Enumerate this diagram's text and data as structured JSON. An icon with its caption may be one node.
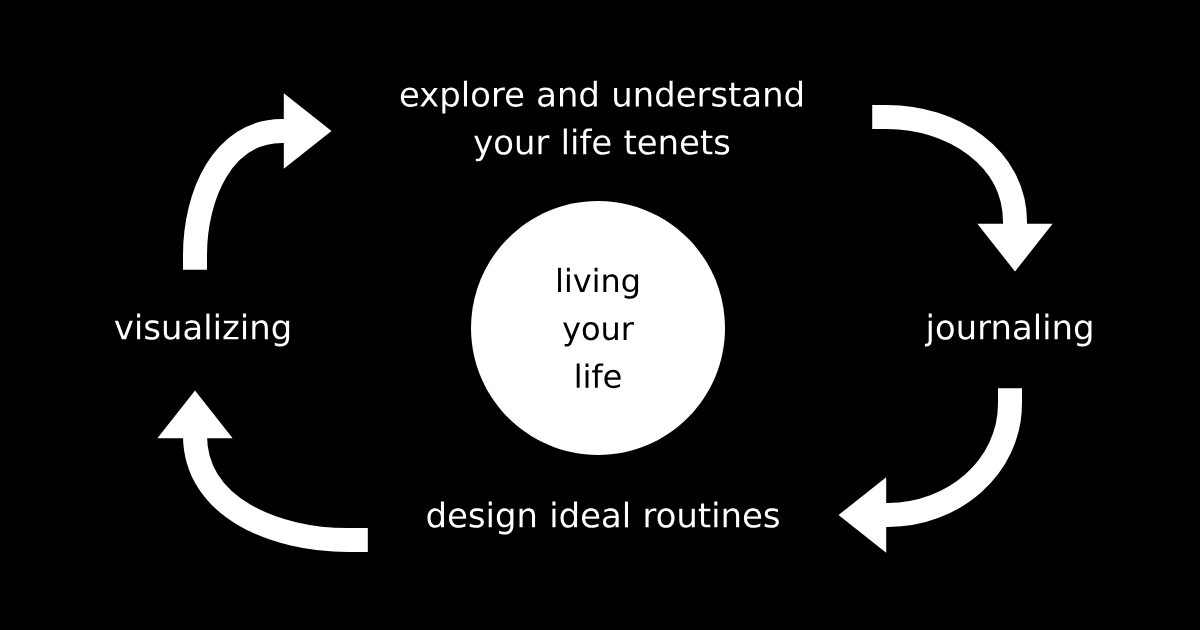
{
  "diagram": {
    "nodes": [
      {
        "text": [
          "explore and understand your life tenets"
        ]
      },
      {
        "text": [
          "journaling"
        ]
      },
      {
        "text": [
          "design ideal routines"
        ]
      },
      {
        "text": [
          "visualizing"
        ]
      },
      {
        "text": [
          "living your life"
        ]
      }
    ],
    "edges": [
      {
        "from": 0,
        "to": 1,
        "arrow": "to"
      },
      {
        "from": 1,
        "to": 2,
        "arrow": "to"
      },
      {
        "from": 2,
        "to": 3,
        "arrow": "to"
      },
      {
        "from": 3,
        "to": 0,
        "arrow": "to"
      }
    ]
  }
}
